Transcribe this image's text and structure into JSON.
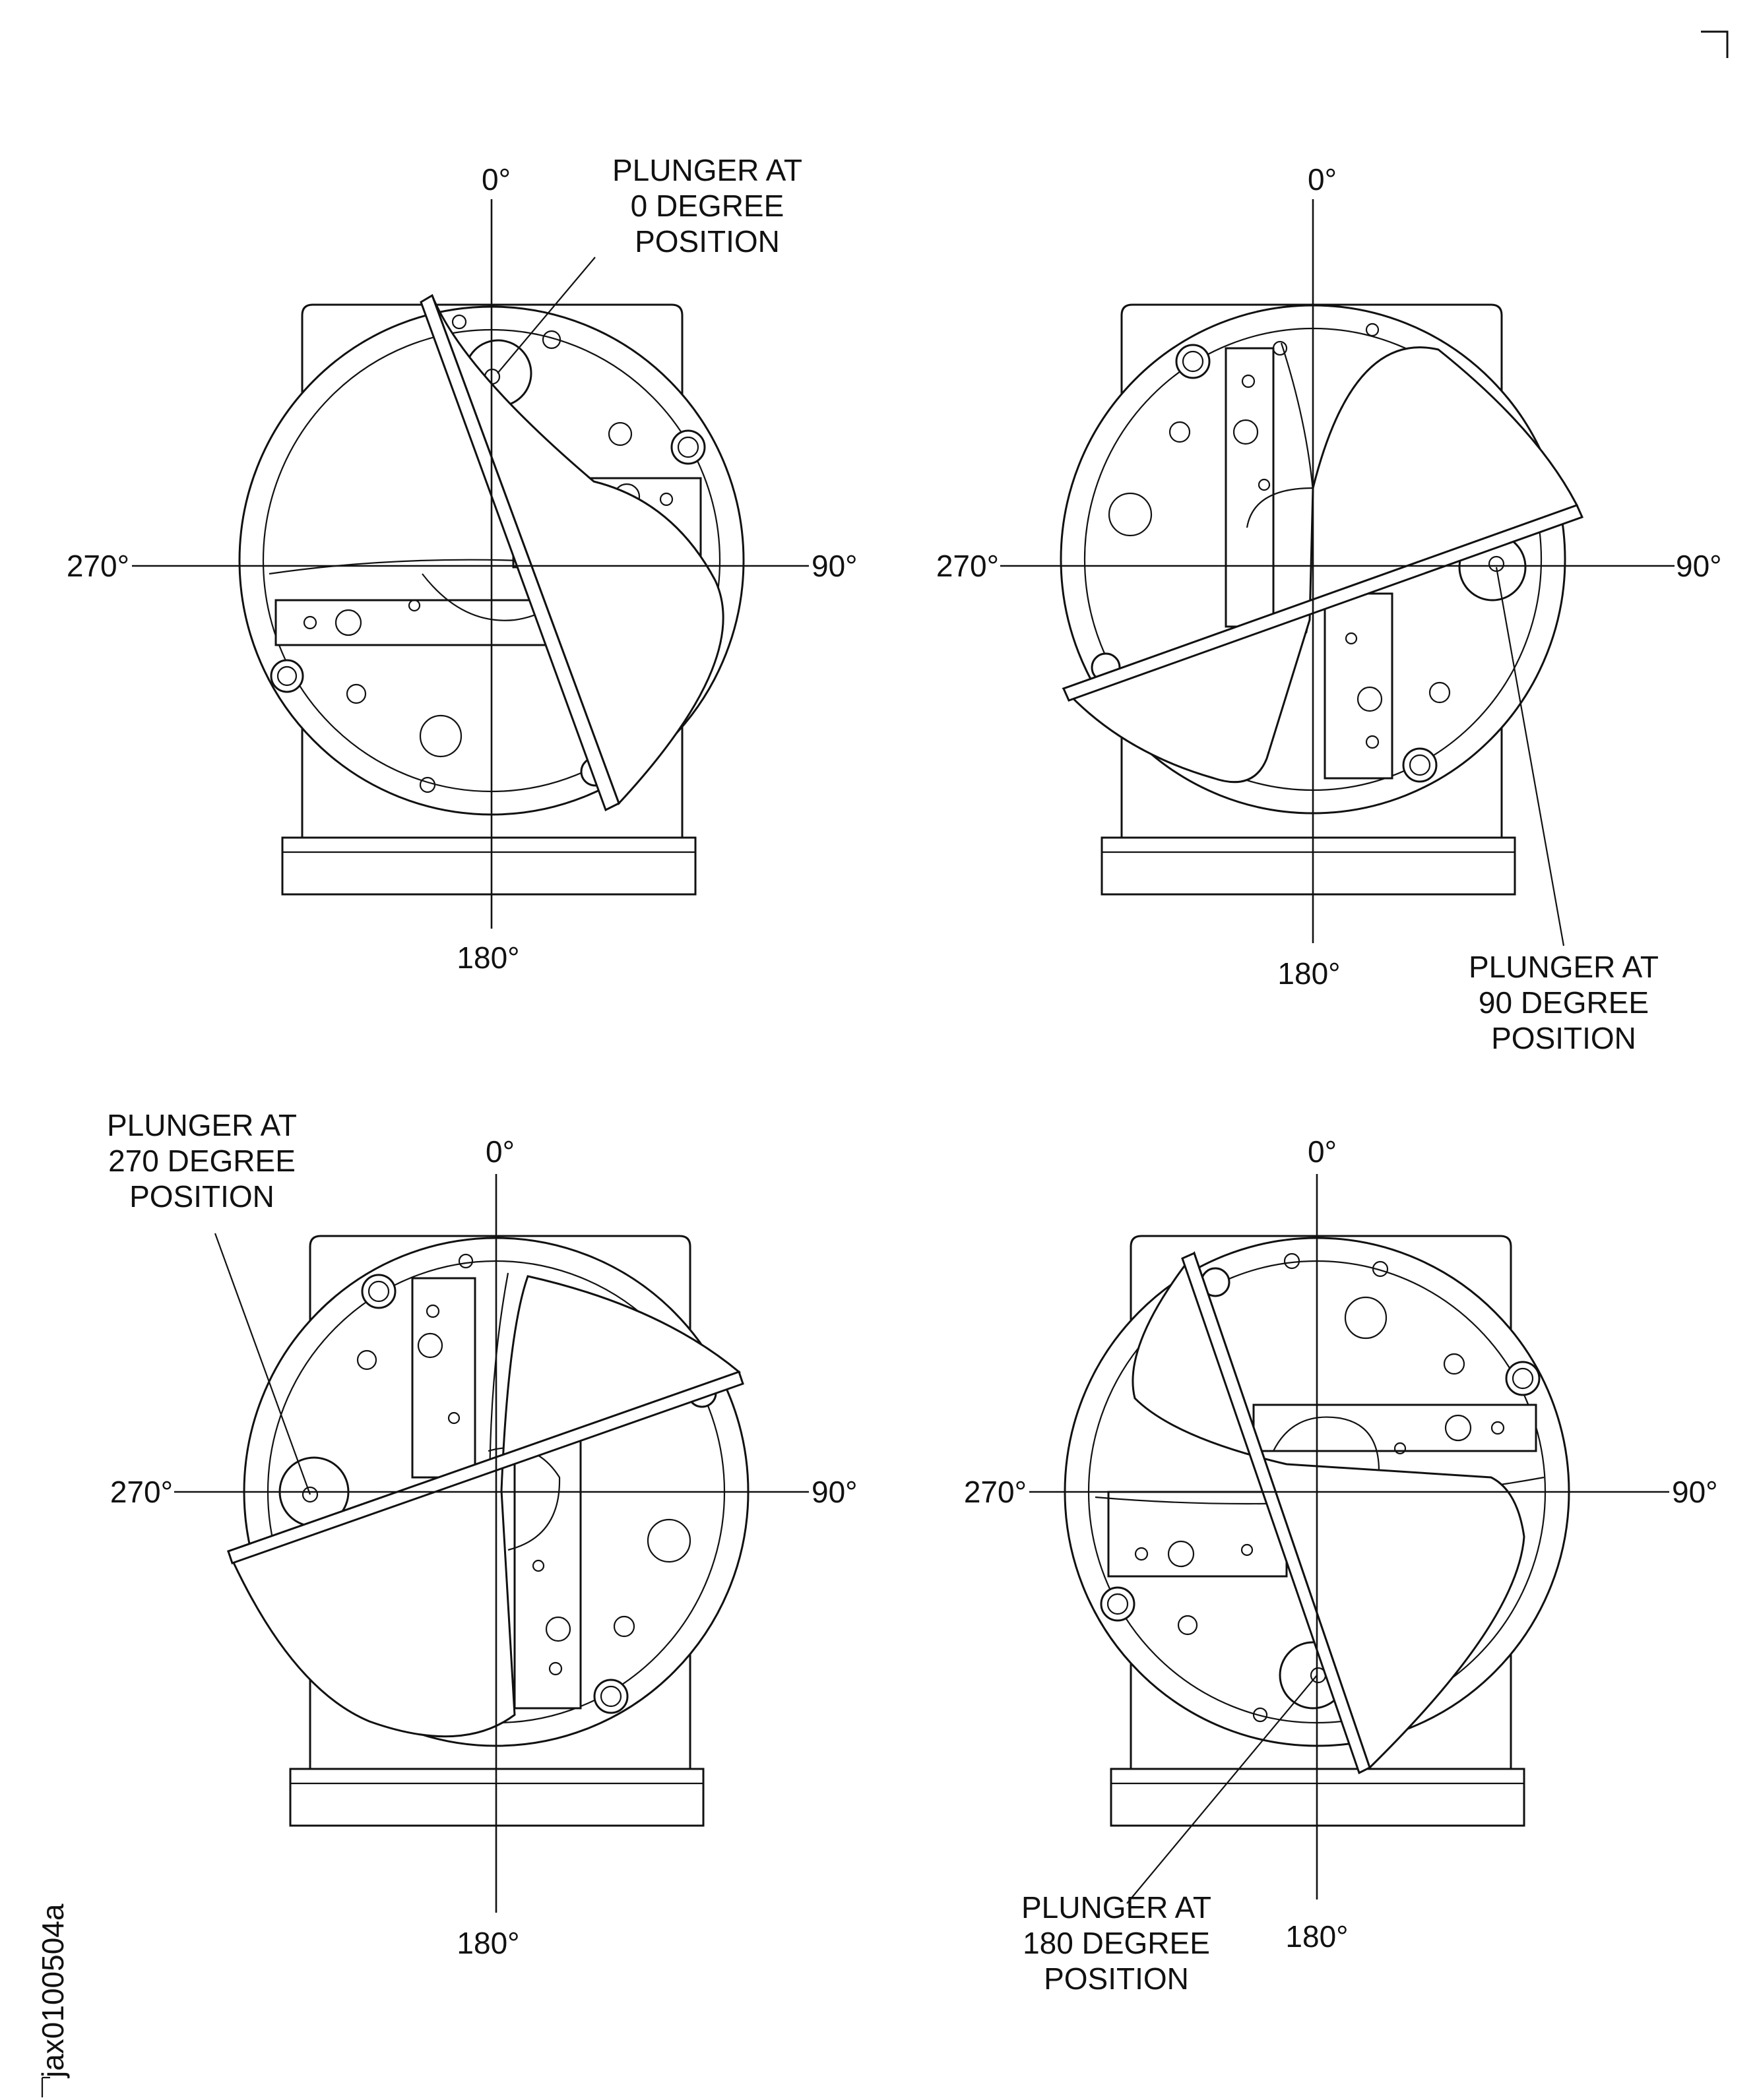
{
  "figure_id": "jax0100504a",
  "quadrants": [
    {
      "id": "q0",
      "axis_labels": {
        "top": "0°",
        "right": "90°",
        "bottom": "180°",
        "left": "270°"
      },
      "callout": [
        "PLUNGER AT",
        "0 DEGREE",
        "POSITION"
      ],
      "plunger_angle_deg": 0
    },
    {
      "id": "q90",
      "axis_labels": {
        "top": "0°",
        "right": "90°",
        "bottom": "180°",
        "left": "270°"
      },
      "callout": [
        "PLUNGER AT",
        "90 DEGREE",
        "POSITION"
      ],
      "plunger_angle_deg": 90
    },
    {
      "id": "q270",
      "axis_labels": {
        "top": "0°",
        "right": "90°",
        "bottom": "180°",
        "left": "270°"
      },
      "callout": [
        "PLUNGER AT",
        "270 DEGREE",
        "POSITION"
      ],
      "plunger_angle_deg": 270
    },
    {
      "id": "q180",
      "axis_labels": {
        "top": "0°",
        "right": "90°",
        "bottom": "180°",
        "left": "270°"
      },
      "callout": [
        "PLUNGER AT",
        "180 DEGREE",
        "POSITION"
      ],
      "plunger_angle_deg": 180
    }
  ]
}
